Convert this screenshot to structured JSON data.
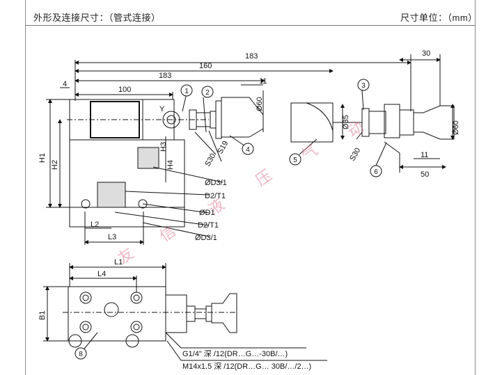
{
  "header": {
    "title": "外形及连接尺寸：（管式连接）",
    "units": "尺寸单位：（mm）"
  },
  "dimensions": {
    "d183_top": "183",
    "d160": "160",
    "d183_mid": "183",
    "d100": "100",
    "d4": "4",
    "d11_a": "11",
    "d60_a": "Ø60",
    "d30": "30",
    "d35": "Ø35",
    "d60_b": "Ø60",
    "d11_b": "11",
    "d50": "50",
    "s19": "S19",
    "s30_a": "S30",
    "s30_b": "S30",
    "h1": "H1",
    "h2": "H2",
    "h3": "H3",
    "h4": "H4",
    "y": "Y",
    "d3_1_a": "ØD3/1",
    "d2_t1_a": "D2/T1",
    "d1": "ØD1",
    "d2_t1_b": "D2/T1",
    "d3_1_b": "ØD3/1",
    "l2": "L2",
    "l3": "L3",
    "l1": "L1",
    "l4": "L4",
    "b1": "B1",
    "note1": "G1/4\" 深 /12(DR…G…-30B/…)",
    "note2": "M14x1.5 深 /12(DR…G… 30B/…/2…)"
  },
  "callouts": [
    "1",
    "2",
    "3",
    "4",
    "5",
    "6",
    "8"
  ],
  "watermark": [
    "友",
    "信",
    "液",
    "压",
    "气",
    "动"
  ]
}
